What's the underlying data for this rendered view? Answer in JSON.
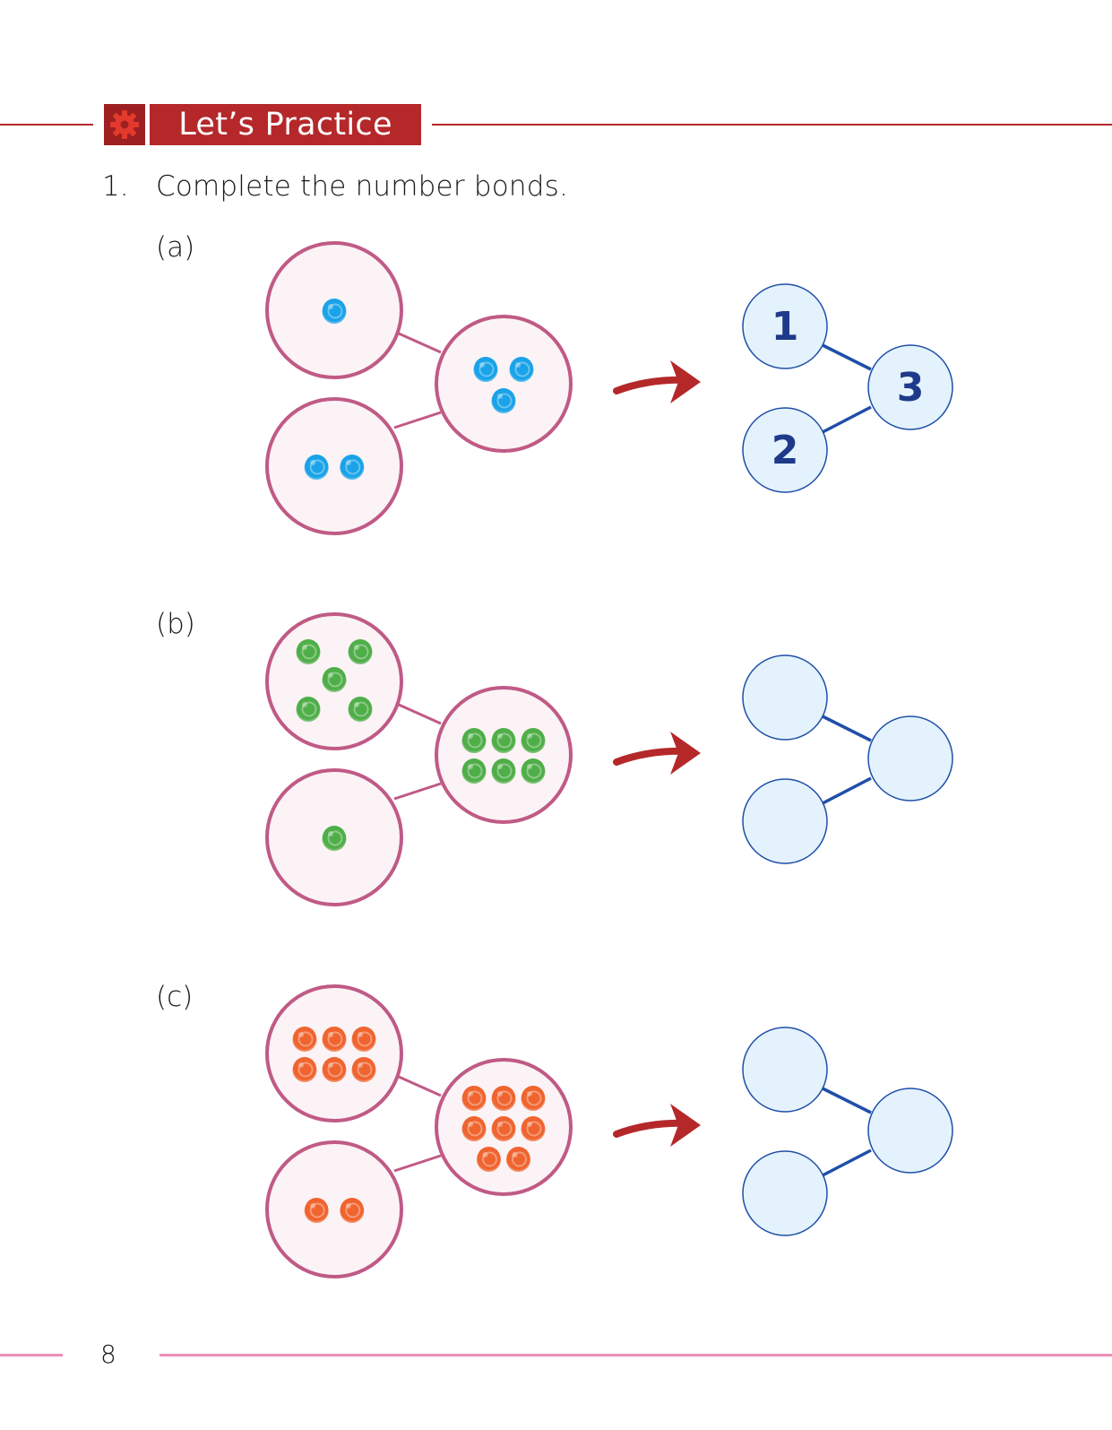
{
  "header": {
    "title": "Let’s Practice",
    "icon": "gear-icon",
    "accent_color": "#b5282a"
  },
  "question": {
    "number": "1.",
    "instruction": "Complete the number bonds."
  },
  "parts": [
    {
      "label": "(a)",
      "counter_color": "#1aa3e8",
      "counters": {
        "top_part": 1,
        "bottom_part": 2,
        "whole": 3
      },
      "answers": {
        "top_part": "1",
        "bottom_part": "2",
        "whole": "3"
      }
    },
    {
      "label": "(b)",
      "counter_color": "#4fae48",
      "counters": {
        "top_part": 5,
        "bottom_part": 1,
        "whole": 6
      },
      "answers": {
        "top_part": "",
        "bottom_part": "",
        "whole": ""
      }
    },
    {
      "label": "(c)",
      "counter_color": "#f0642f",
      "counters": {
        "top_part": 6,
        "bottom_part": 2,
        "whole": 8
      },
      "answers": {
        "top_part": "",
        "bottom_part": "",
        "whole": ""
      }
    }
  ],
  "footer": {
    "page_number": "8"
  },
  "colors": {
    "counter_circle_stroke": "#c05a86",
    "counter_circle_fill": "#fbf3f5",
    "bond_circle_stroke": "#1f4fa8",
    "bond_circle_fill": "#e3f2fc",
    "bond_number": "#1f3a8a",
    "arrow": "#b5282a",
    "footer_rule": "#ef8fb8"
  }
}
